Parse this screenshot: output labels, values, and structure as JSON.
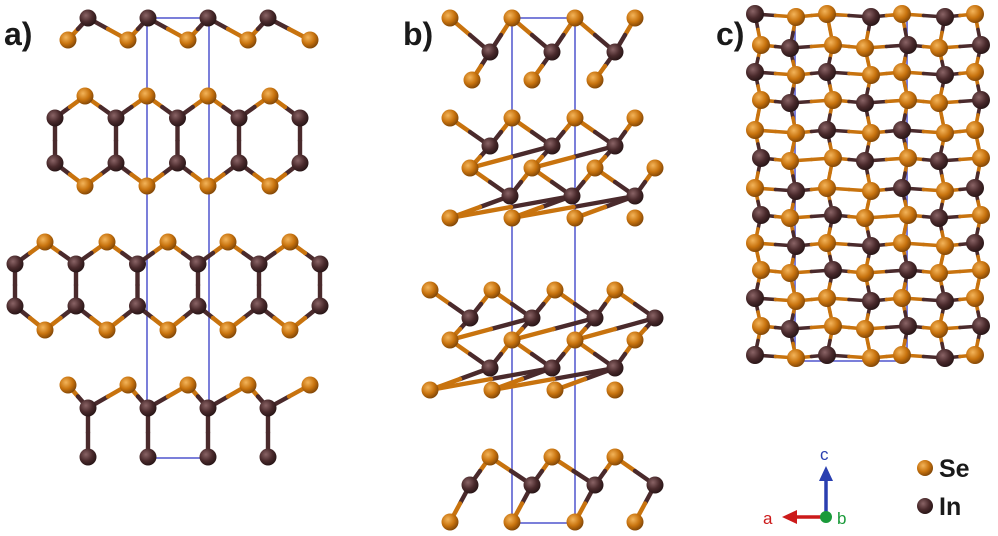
{
  "panels": [
    {
      "id": "a",
      "label": "a)"
    },
    {
      "id": "b",
      "label": "b)"
    },
    {
      "id": "c",
      "label": "c)"
    }
  ],
  "legend": {
    "items": [
      {
        "element": "Se",
        "color": "#c8730e"
      },
      {
        "element": "In",
        "color": "#4a2a2c"
      }
    ]
  },
  "axes": {
    "a": {
      "label": "a",
      "color": "#cc1a1a"
    },
    "b": {
      "label": "b",
      "color": "#1a9a3a"
    },
    "c": {
      "label": "c",
      "color": "#2a3fb0"
    }
  },
  "colors": {
    "se": "#c8730e",
    "in": "#4a2a2c",
    "cell": "#5a5fd0"
  }
}
